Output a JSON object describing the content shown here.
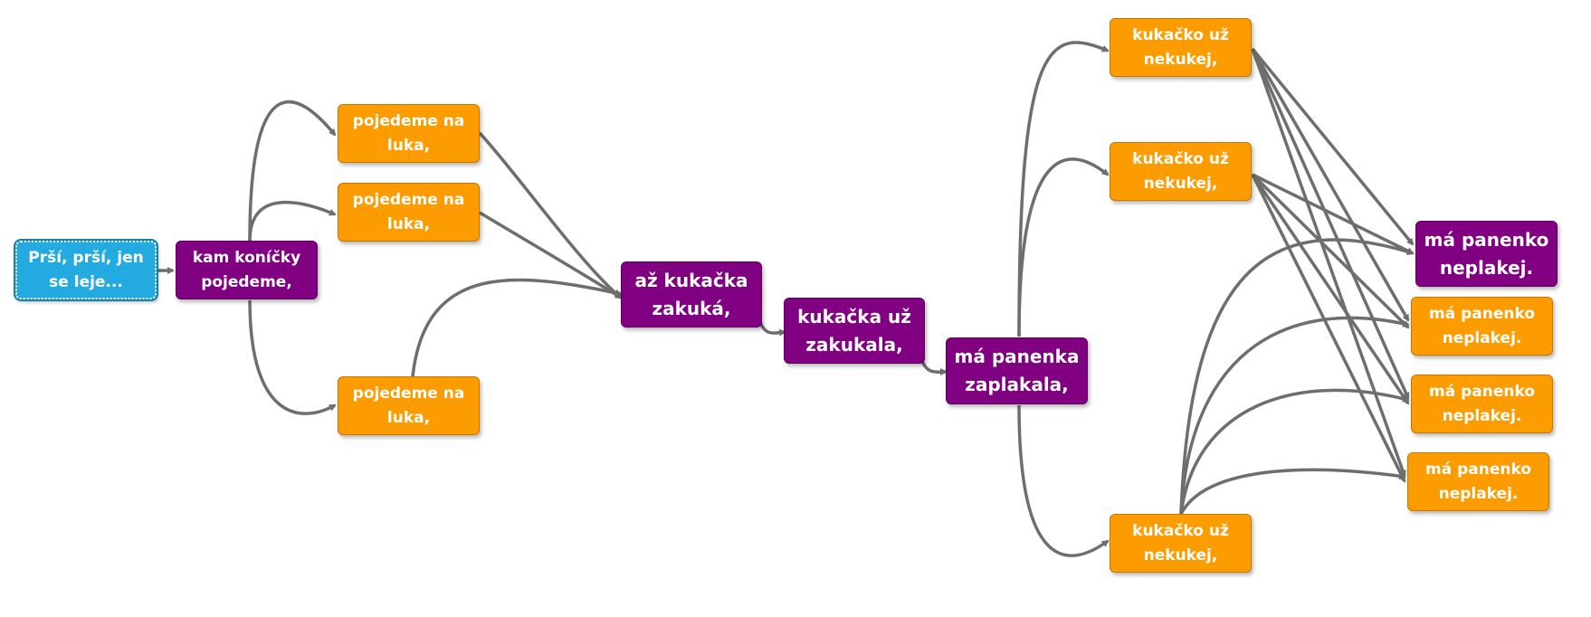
{
  "colors": {
    "root": "#23aae1",
    "orange": "#fd9c00",
    "purple": "#810081",
    "edge": "#6e6e6e"
  },
  "nodes": {
    "root": "Prší, prší, jen se leje...",
    "n1": "kam koníčky pojedeme,",
    "n2a": "pojedeme na luka,",
    "n2b": "pojedeme na luka,",
    "n2c": "pojedeme na luka,",
    "n3": "až kukačka zakuká,",
    "n4": "kukačka už zakukala,",
    "n5": "má panenka zaplakala,",
    "n6a": "kukačko už nekukej,",
    "n6b": "kukačko už nekukej,",
    "n6c": "kukačko už nekukej,",
    "n7a": "má panenko neplakej.",
    "n7b": "má panenko neplakej.",
    "n7c": "má panenko neplakej.",
    "n7d": "má panenko neplakej."
  }
}
